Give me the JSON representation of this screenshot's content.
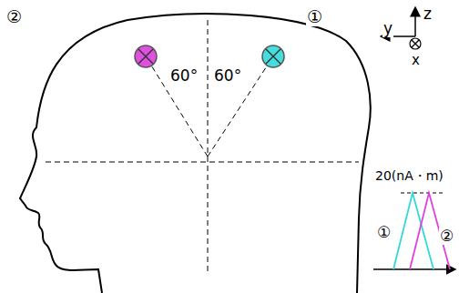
{
  "diagram": {
    "labels": [
      "②",
      "①",
      "60°",
      "60°",
      "y",
      "z",
      "x",
      "20(nA・m)",
      "①",
      "②"
    ]
  }
}
